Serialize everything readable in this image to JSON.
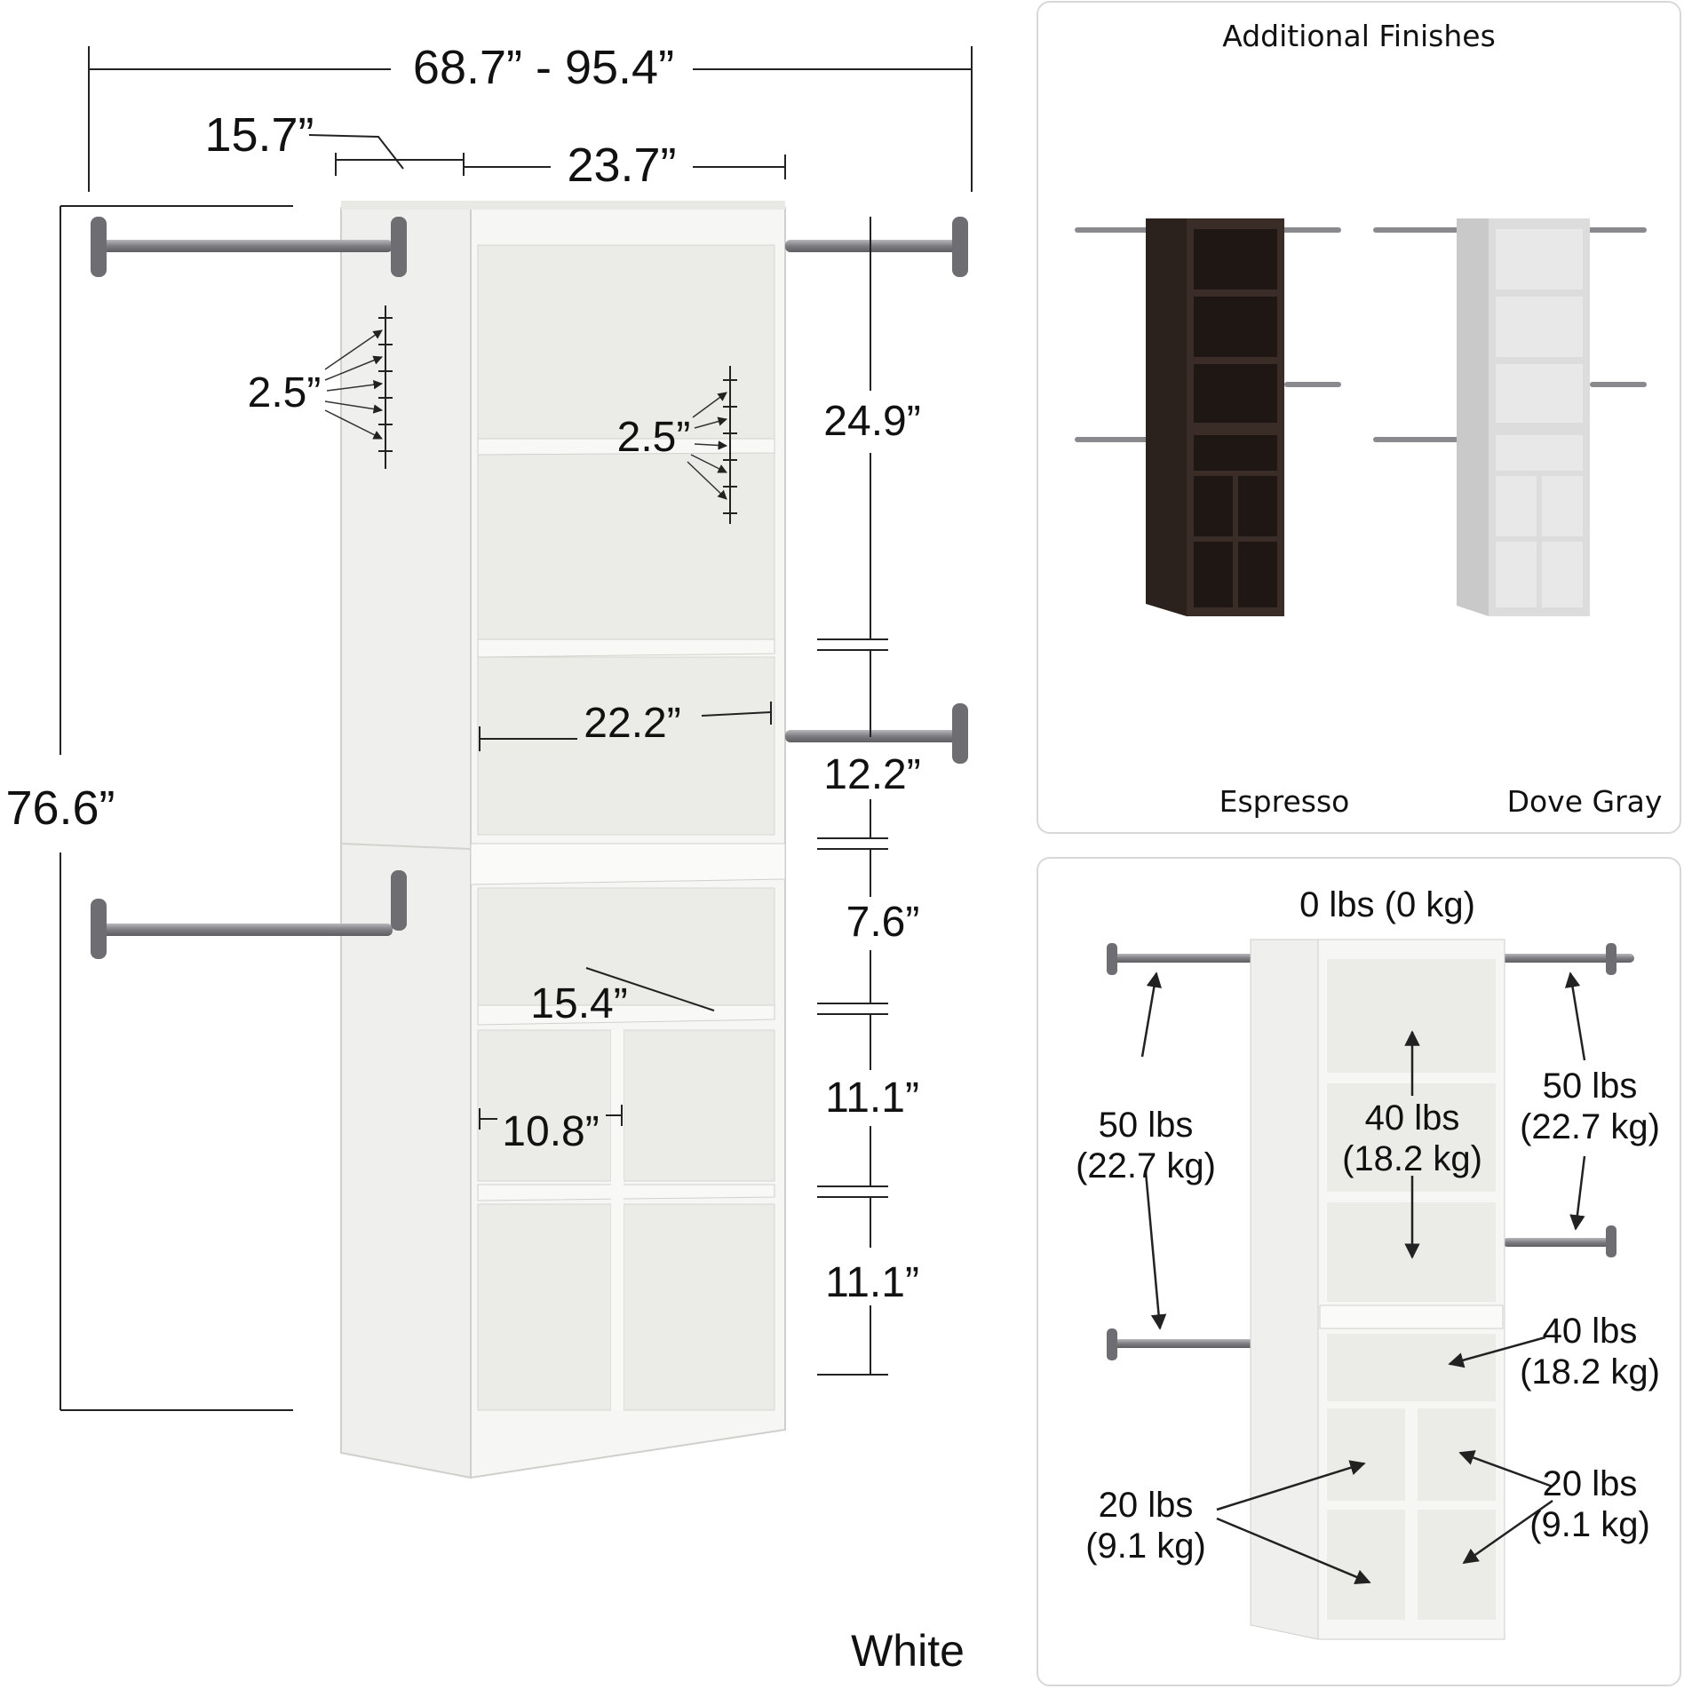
{
  "main_diagram": {
    "dimensions": {
      "total_width": "68.7” - 95.4”",
      "depth": "15.7”",
      "unit_width": "23.7”",
      "height": "76.6”",
      "hole_spacing_left": "2.5”",
      "hole_spacing_right": "2.5”",
      "top_section": "24.9”",
      "middle_section": "12.2”",
      "shelf_width": "22.2”",
      "drawer_section": "7.6”",
      "shelf_depth": "15.4”",
      "cube_section_1": "11.1”",
      "cube_width": "10.8”",
      "cube_section_2": "11.1”"
    },
    "finish_label": "White"
  },
  "finishes_panel": {
    "title": "Additional Finishes",
    "options": [
      {
        "name": "Espresso",
        "color": "#3a2c26"
      },
      {
        "name": "Dove Gray",
        "color": "#dcdcdc"
      }
    ]
  },
  "capacity_panel": {
    "top": "0 lbs (0 kg)",
    "left_rods": [
      "50 lbs",
      "(22.7 kg)"
    ],
    "right_rods": [
      "50 lbs",
      "(22.7 kg)"
    ],
    "upper_shelves": [
      "40 lbs",
      "(18.2 kg)"
    ],
    "drawer_shelf": [
      "40 lbs",
      "(18.2 kg)"
    ],
    "cubes_left": [
      "20 lbs",
      "(9.1 kg)"
    ],
    "cubes_right": [
      "20 lbs",
      "(9.1 kg)"
    ]
  },
  "colors": {
    "white_finish": "#f4f4f2",
    "rod": "#8a8a8e",
    "panel_border": "#d8d8d8"
  }
}
